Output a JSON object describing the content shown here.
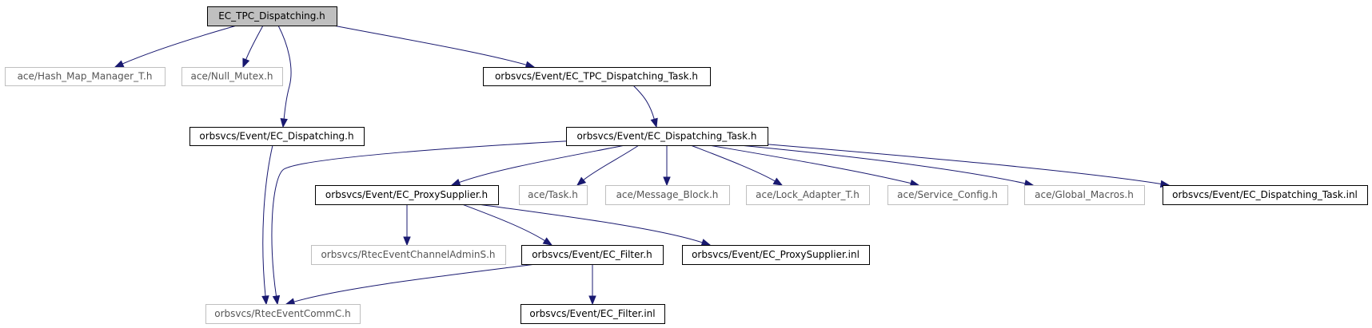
{
  "colors": {
    "edge": "#191970",
    "root_fill": "#bfbfbf",
    "documented_border": "#000000",
    "undocumented_border": "#bfbfbf"
  },
  "nodes": {
    "root": "EC_TPC_Dispatching.h",
    "hash_map": "ace/Hash_Map_Manager_T.h",
    "null_mutex": "ace/Null_Mutex.h",
    "tpc_task": "orbsvcs/Event/EC_TPC_Dispatching_Task.h",
    "ec_dispatching": "orbsvcs/Event/EC_Dispatching.h",
    "dispatching_task": "orbsvcs/Event/EC_Dispatching_Task.h",
    "proxy_supplier": "orbsvcs/Event/EC_ProxySupplier.h",
    "task": "ace/Task.h",
    "message_block": "ace/Message_Block.h",
    "lock_adapter": "ace/Lock_Adapter_T.h",
    "service_config": "ace/Service_Config.h",
    "global_macros": "ace/Global_Macros.h",
    "dispatching_task_inl": "orbsvcs/Event/EC_Dispatching_Task.inl",
    "rtec_admin": "orbsvcs/RtecEventChannelAdminS.h",
    "ec_filter": "orbsvcs/Event/EC_Filter.h",
    "proxy_supplier_inl": "orbsvcs/Event/EC_ProxySupplier.inl",
    "rtec_comm": "orbsvcs/RtecEventCommC.h",
    "ec_filter_inl": "orbsvcs/Event/EC_Filter.inl"
  },
  "edges": [
    [
      "root",
      "hash_map"
    ],
    [
      "root",
      "null_mutex"
    ],
    [
      "root",
      "ec_dispatching"
    ],
    [
      "root",
      "tpc_task"
    ],
    [
      "tpc_task",
      "dispatching_task"
    ],
    [
      "ec_dispatching",
      "rtec_comm"
    ],
    [
      "dispatching_task",
      "rtec_comm"
    ],
    [
      "dispatching_task",
      "proxy_supplier"
    ],
    [
      "dispatching_task",
      "task"
    ],
    [
      "dispatching_task",
      "message_block"
    ],
    [
      "dispatching_task",
      "lock_adapter"
    ],
    [
      "dispatching_task",
      "service_config"
    ],
    [
      "dispatching_task",
      "global_macros"
    ],
    [
      "dispatching_task",
      "dispatching_task_inl"
    ],
    [
      "proxy_supplier",
      "rtec_admin"
    ],
    [
      "proxy_supplier",
      "ec_filter"
    ],
    [
      "proxy_supplier",
      "proxy_supplier_inl"
    ],
    [
      "ec_filter",
      "rtec_comm"
    ],
    [
      "ec_filter",
      "ec_filter_inl"
    ]
  ]
}
